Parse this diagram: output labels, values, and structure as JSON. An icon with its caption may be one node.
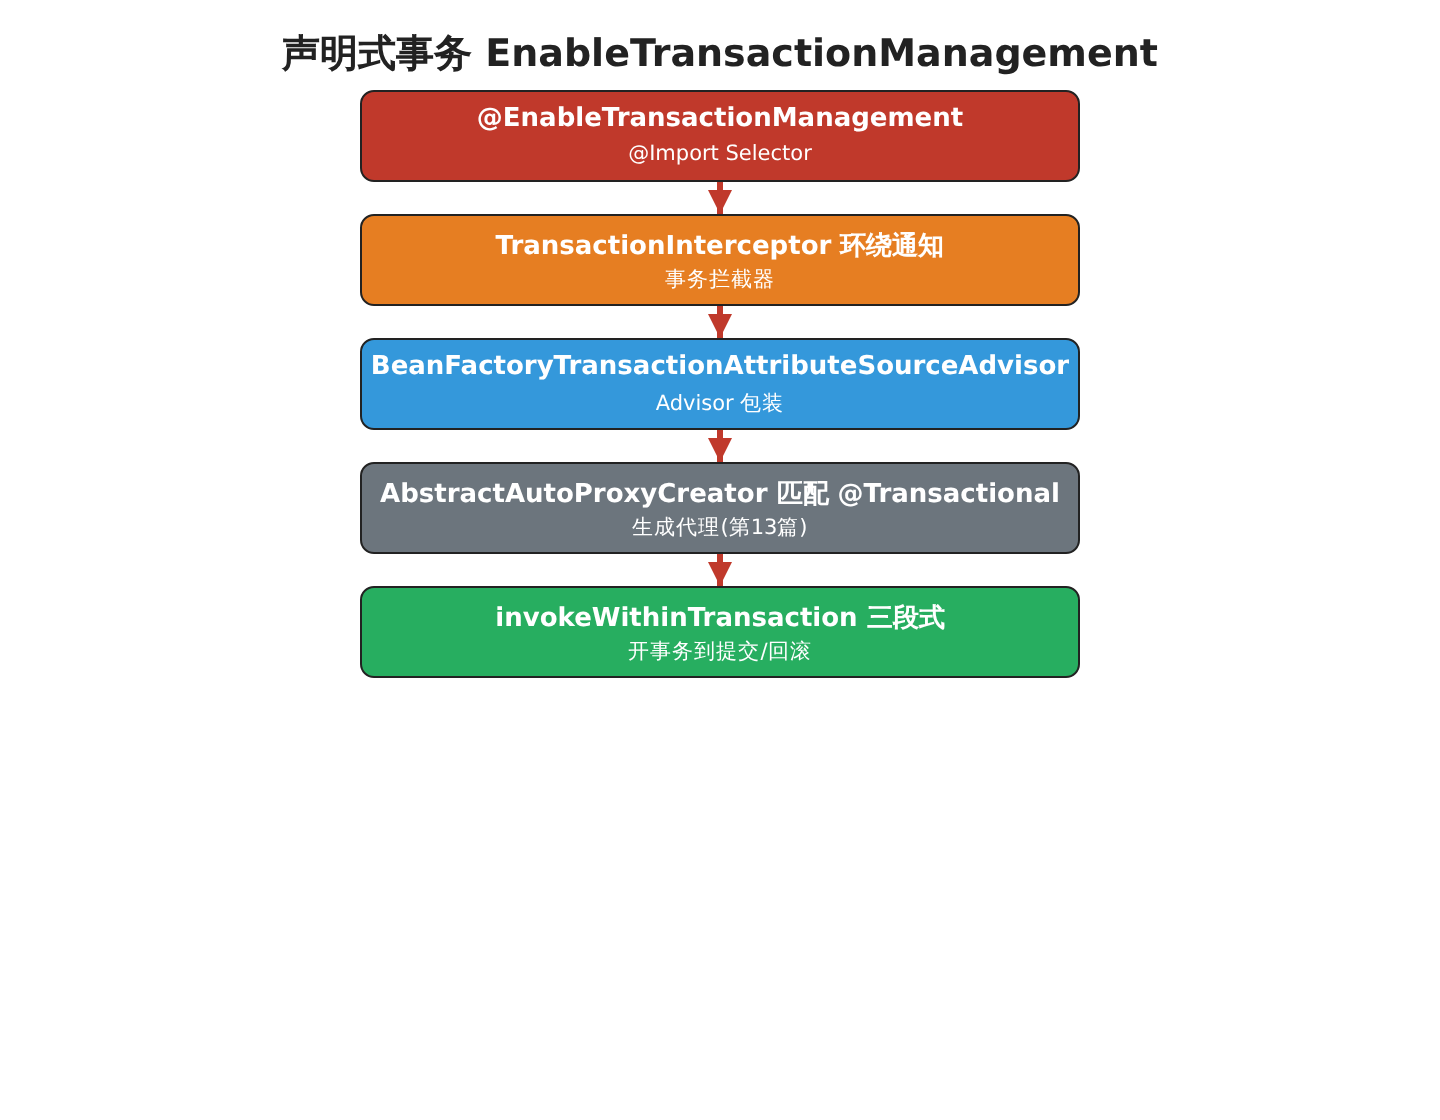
{
  "diagram": {
    "title": "声明式事务 EnableTransactionManagement",
    "nodes": [
      {
        "text": [
          "@EnableTransactionManagement",
          "@Import Selector"
        ]
      },
      {
        "text": [
          "TransactionInterceptor 环绕通知",
          "事务拦截器"
        ]
      },
      {
        "text": [
          "BeanFactoryTransactionAttributeSourceAdvisor",
          "Advisor 包装"
        ]
      },
      {
        "text": [
          "AbstractAutoProxyCreator 匹配 @Transactional",
          "生成代理(第13篇)"
        ]
      },
      {
        "text": [
          "invokeWithinTransaction 三段式",
          "开事务到提交/回滚"
        ]
      }
    ],
    "edges": [
      {
        "from": 0,
        "to": 1,
        "arrow": "to"
      },
      {
        "from": 1,
        "to": 2,
        "arrow": "to"
      },
      {
        "from": 2,
        "to": 3,
        "arrow": "to"
      },
      {
        "from": 3,
        "to": 4,
        "arrow": "to"
      }
    ]
  }
}
